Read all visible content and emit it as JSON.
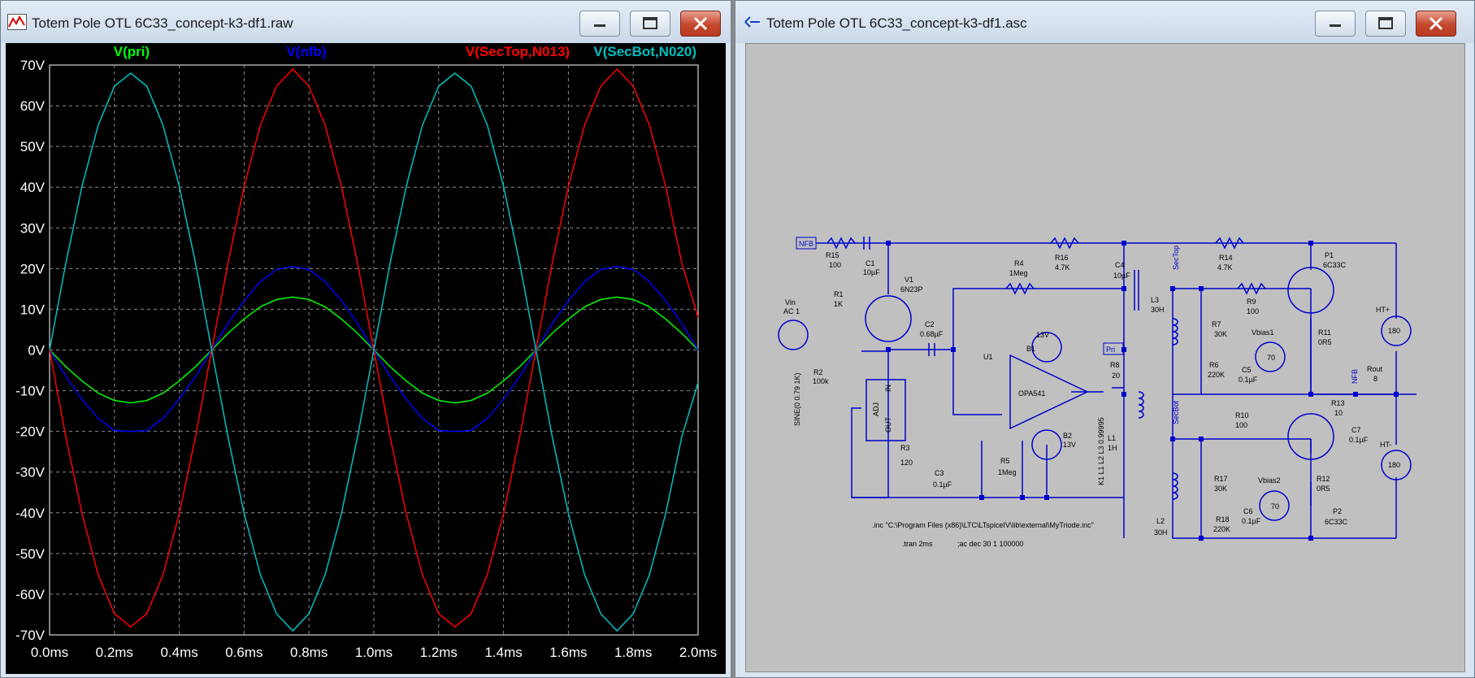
{
  "left_window": {
    "title": "Totem Pole OTL 6C33_concept-k3-df1.raw",
    "icon": "waveform-icon",
    "controls": {
      "minimize": "minimize-icon",
      "maximize": "maximize-icon",
      "close": "close-icon"
    }
  },
  "right_window": {
    "title": "Totem Pole OTL 6C33_concept-k3-df1.asc",
    "icon": "schematic-icon",
    "controls": {
      "minimize": "minimize-icon",
      "maximize": "maximize-icon",
      "close": "close-icon"
    }
  },
  "chart_data": {
    "type": "line",
    "grid": true,
    "xlim": [
      0.0,
      2.0
    ],
    "ylim": [
      -70,
      70
    ],
    "x_ticks": [
      "0.0ms",
      "0.2ms",
      "0.4ms",
      "0.6ms",
      "0.8ms",
      "1.0ms",
      "1.2ms",
      "1.4ms",
      "1.6ms",
      "1.8ms",
      "2.0ms"
    ],
    "y_ticks": [
      "70V",
      "60V",
      "50V",
      "40V",
      "30V",
      "20V",
      "10V",
      "0V",
      "-10V",
      "-20V",
      "-30V",
      "-40V",
      "-50V",
      "-60V",
      "-70V"
    ],
    "x": [
      0.0,
      0.05,
      0.1,
      0.15,
      0.2,
      0.25,
      0.3,
      0.35,
      0.4,
      0.45,
      0.5,
      0.55,
      0.6,
      0.65,
      0.7,
      0.75,
      0.8,
      0.85,
      0.9,
      0.95,
      1.0,
      1.05,
      1.1,
      1.15,
      1.2,
      1.25,
      1.3,
      1.35,
      1.4,
      1.45,
      1.5,
      1.55,
      1.6,
      1.65,
      1.7,
      1.75,
      1.8,
      1.85,
      1.9,
      1.95,
      2.0
    ],
    "series": [
      {
        "name": "V(pri)",
        "color": "#00ff00",
        "values": [
          0,
          -4.1,
          -7.6,
          -10.6,
          -12.4,
          -13,
          -12.4,
          -10.6,
          -7.6,
          -4.1,
          0,
          4.1,
          7.6,
          10.6,
          12.4,
          13,
          12.4,
          10.6,
          7.6,
          4.1,
          0,
          -4.1,
          -7.6,
          -10.6,
          -12.4,
          -13,
          -12.4,
          -10.6,
          -7.6,
          -4.1,
          0,
          4.1,
          7.6,
          10.6,
          12.4,
          13,
          12.4,
          10.6,
          7.6,
          4.1,
          0
        ]
      },
      {
        "name": "V(nfb)",
        "color": "#0000ff",
        "values": [
          0,
          -6.5,
          -12.1,
          -16.8,
          -19.8,
          -20,
          -19.8,
          -16.8,
          -12.1,
          -6.5,
          0,
          6.5,
          12.1,
          16.8,
          19.8,
          20.5,
          19.8,
          16.8,
          12.1,
          6.5,
          0,
          -6.5,
          -12.1,
          -16.8,
          -19.8,
          -20,
          -19.8,
          -16.8,
          -12.1,
          -6.5,
          0,
          6.5,
          12.1,
          16.8,
          19.8,
          20.5,
          19.8,
          16.8,
          12.1,
          6.5,
          0
        ]
      },
      {
        "name": "V(SecTop,N013)",
        "color": "#ff0000",
        "values": [
          0,
          -21.3,
          -40.2,
          -55.2,
          -64.8,
          -68,
          -64.8,
          -55.2,
          -40.2,
          -21.3,
          0,
          21.3,
          40.2,
          55.2,
          64.8,
          69,
          64.8,
          55.2,
          40.2,
          21.3,
          0,
          -21.3,
          -40.2,
          -55.2,
          -64.8,
          -68,
          -64.8,
          -55.2,
          -40.2,
          -21.3,
          0,
          21.3,
          40.2,
          55.2,
          64.8,
          69,
          64.8,
          55.2,
          40.2,
          21.3,
          8
        ]
      },
      {
        "name": "V(SecBot,N020)",
        "color": "#00c0c0",
        "values": [
          0,
          21.3,
          40.2,
          55.2,
          64.8,
          68,
          64.8,
          55.2,
          40.2,
          21.3,
          0,
          -21.3,
          -40.2,
          -55.2,
          -64.8,
          -69,
          -64.8,
          -55.2,
          -40.2,
          -21.3,
          0,
          21.3,
          40.2,
          55.2,
          64.8,
          68,
          64.8,
          55.2,
          40.2,
          21.3,
          0,
          -21.3,
          -40.2,
          -55.2,
          -64.8,
          -69,
          -64.8,
          -55.2,
          -40.2,
          -21.3,
          -8
        ]
      }
    ]
  },
  "schematic": {
    "wire_color": "#0000cc",
    "labels": {
      "nfb_in": "NFB",
      "pri": "Pri",
      "sectop": "SecTop",
      "secbot": "SecBot",
      "nfb_out": "NFB",
      "r15": "R15",
      "r15v": "100",
      "c1": "C1",
      "c1v": "10µF",
      "r16": "R16",
      "r16v": "4.7K",
      "r14": "R14",
      "r14v": "4.7K",
      "p1": "P1",
      "p1v": "6C33C",
      "c4": "C4",
      "c4v": "10µF",
      "v1": "V1",
      "v1v": "6N23P",
      "r1": "R1",
      "r1v": "1K",
      "vin": "Vin",
      "vinv": "AC 1",
      "r2": "R2",
      "r2v": "100k",
      "sine": "SINE(0 0.79 1K)",
      "c2": "C2",
      "c2v": "0.68µF",
      "r4": "R4",
      "r4v": "1Meg",
      "u1": "U1",
      "opamp": "OPA541",
      "v13": "13V",
      "b1": "B1",
      "b2": "B2",
      "v13b": "13V",
      "r8": "R8",
      "r8v": "20",
      "l1": "L1",
      "l1v": "1H",
      "l3": "L3",
      "l3v": "30H",
      "l2": "L2",
      "l2v": "30H",
      "k1": "K1 L1 L2 L3 0.99995",
      "r7": "R7",
      "r7v": "30K",
      "r6": "R6",
      "r6v": "220K",
      "vbias1": "Vbias1",
      "c5": "C5",
      "c5v": "0.1µF",
      "r9": "R9",
      "r9v": "100",
      "r11": "R11",
      "r11v": "0R5",
      "ht_plus": "HT+",
      "v180": "180",
      "rout": "Rout",
      "routv": "8",
      "r13": "R13",
      "r13v": "10",
      "c7": "C7",
      "c7v": "0.1µF",
      "ht_minus": "HT-",
      "v180b": "180",
      "r10": "R10",
      "r10v": "100",
      "r17": "R17",
      "r17v": "30K",
      "vbias2": "Vbias2",
      "r18": "R18",
      "r18v": "220K",
      "c6": "C6",
      "c6v": "0.1µF",
      "r12": "R12",
      "r12v": "0R5",
      "p2": "P2",
      "p2v": "6C33C",
      "r3": "R3",
      "r3v": "120",
      "c3": "C3",
      "c3v": "0.1µF",
      "r5": "R5",
      "r5v": "1Meg",
      "adj": "ADJ",
      "out": "OUT",
      "in": "IN",
      "n70": "70",
      "n70b": "70",
      "inc": ".inc \"C:\\Program Files (x86)\\LTC\\LTspiceIV\\lib\\external\\MyTriode.inc\"",
      "tran": ".tran 2ms",
      "ac": ";ac dec 30 1 100000"
    }
  }
}
